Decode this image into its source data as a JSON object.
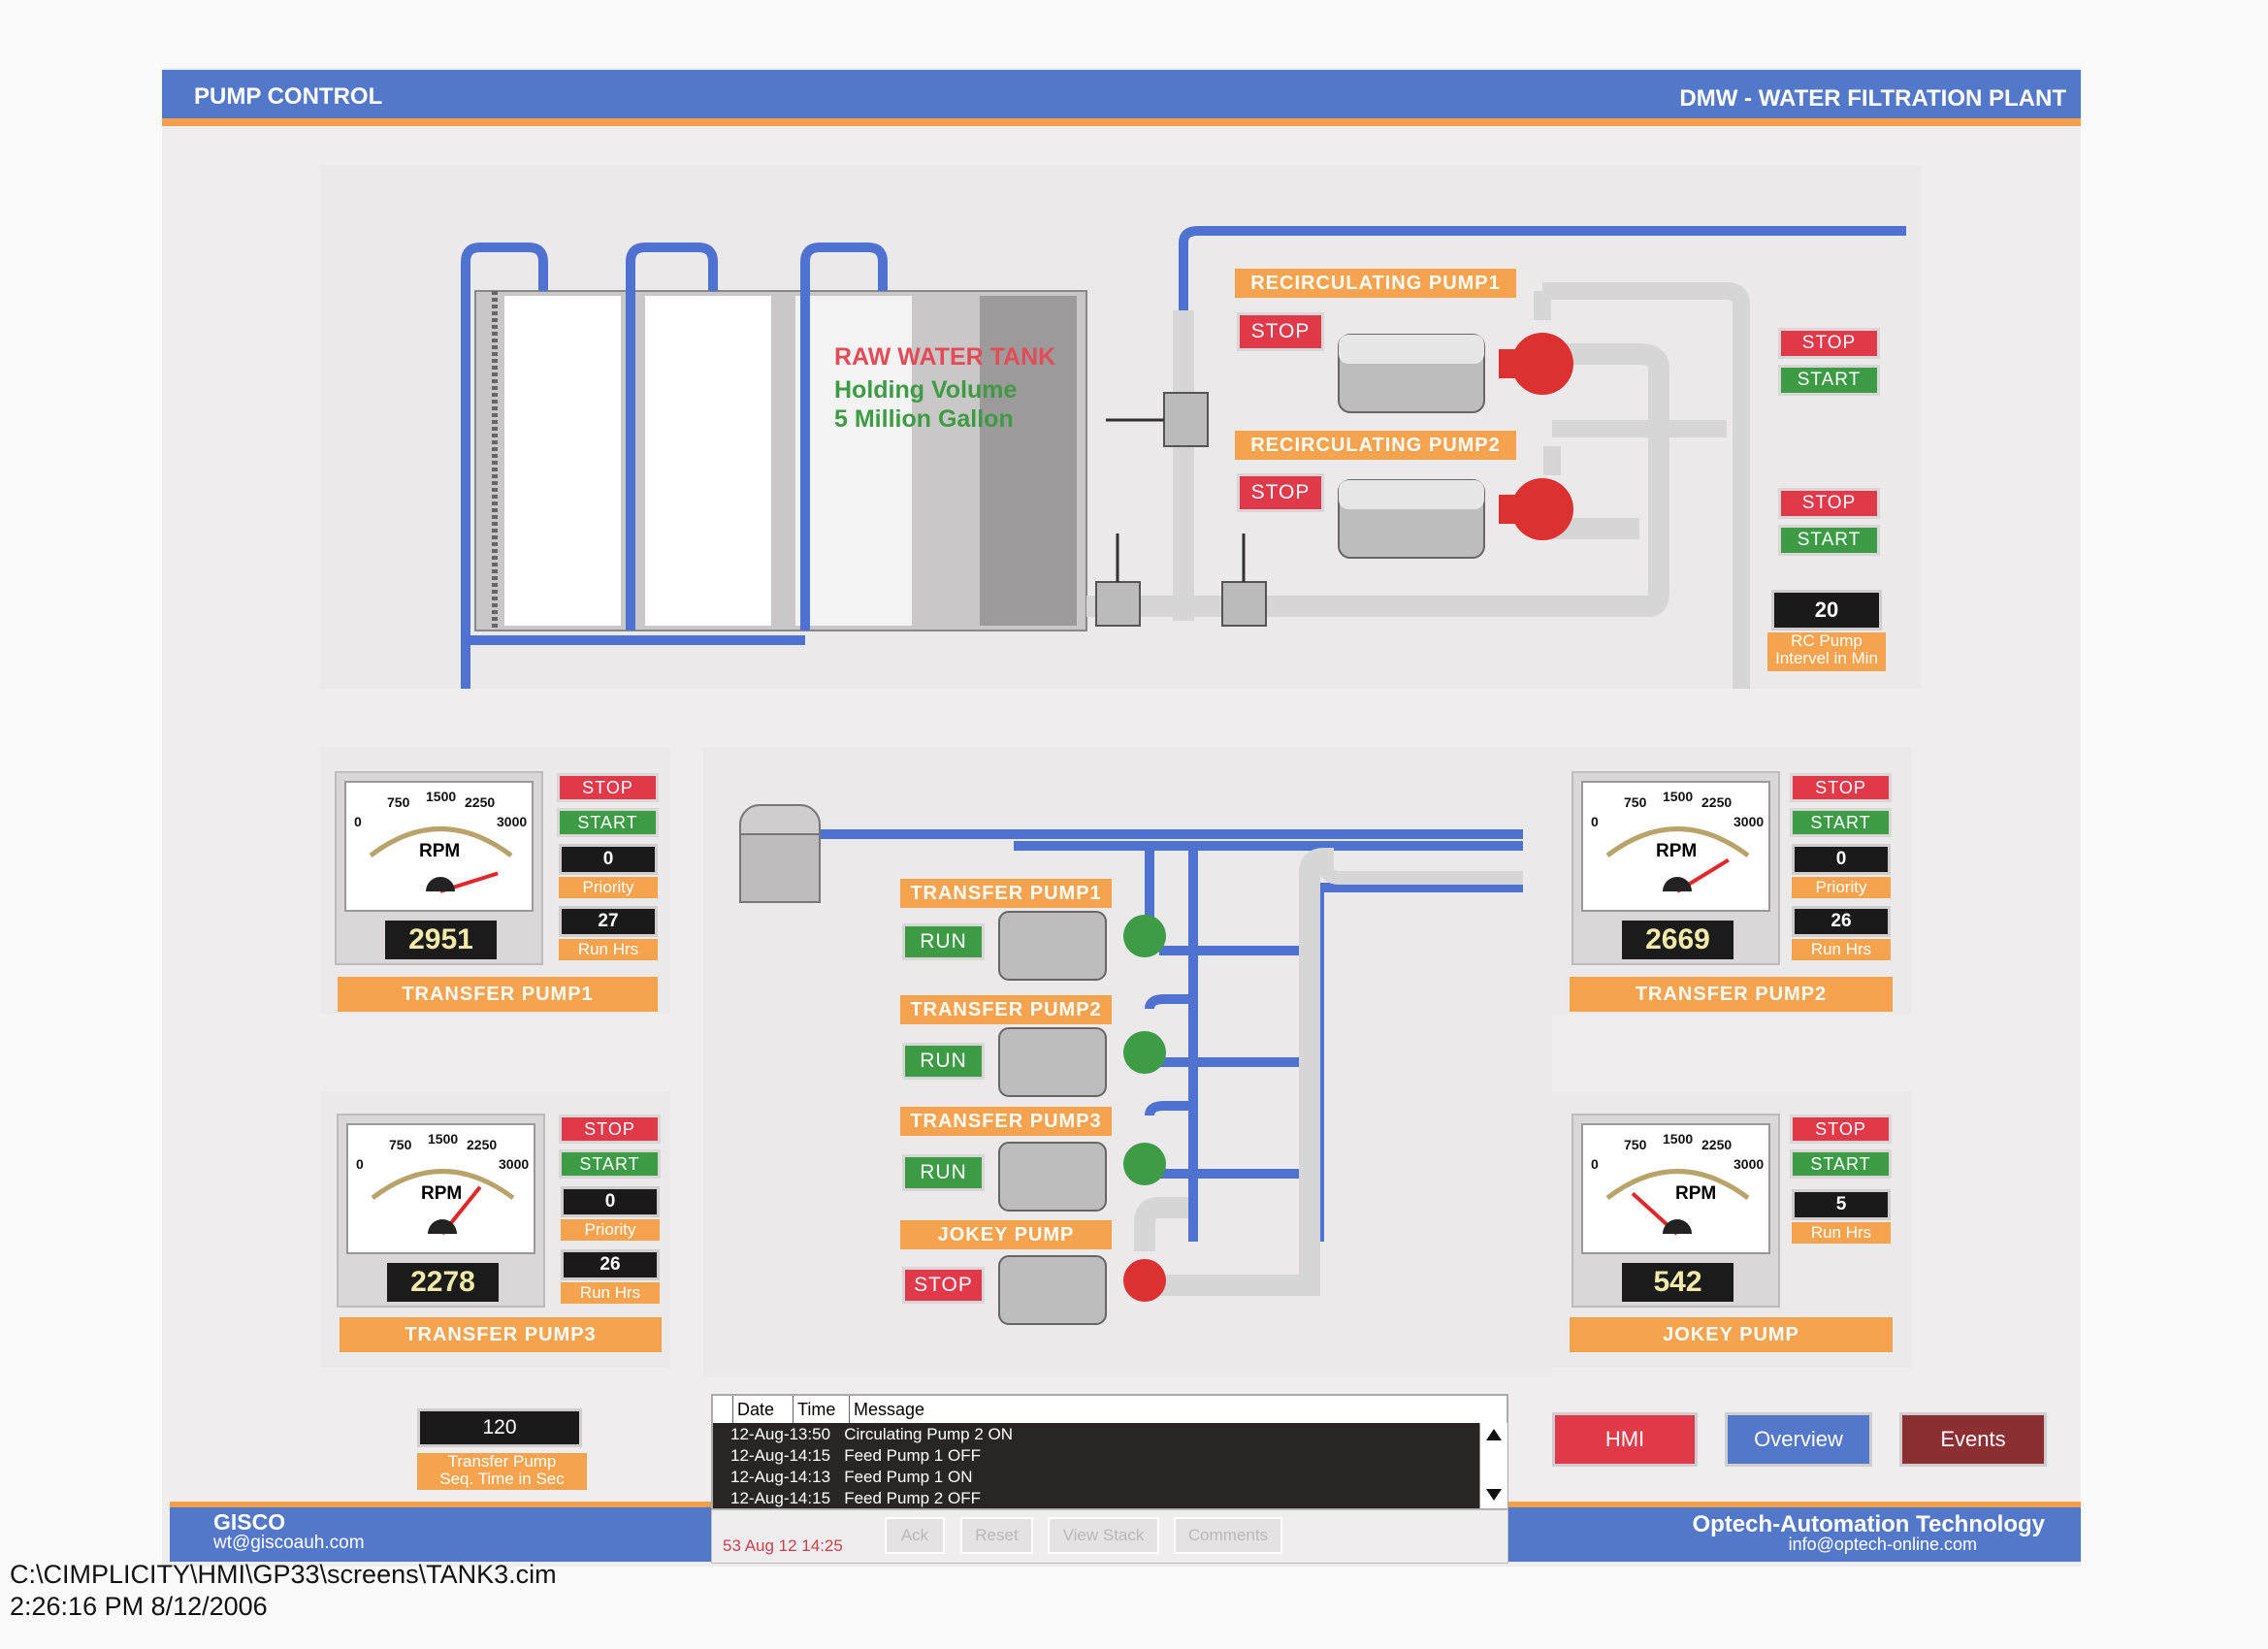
{
  "header": {
    "left_title": "PUMP CONTROL",
    "right_title": "DMW - WATER FILTRATION PLANT"
  },
  "tank": {
    "line1": "RAW WATER TANK",
    "line2": "Holding Volume",
    "line3": "5 Million Gallon"
  },
  "recirc": {
    "pump1_label": "RECIRCULATING PUMP1",
    "pump2_label": "RECIRCULATING PUMP2",
    "pump1_status": "STOP",
    "pump2_status": "STOP",
    "stop_label": "STOP",
    "start_label": "START",
    "interval_value": "20",
    "interval_caption_1": "RC Pump",
    "interval_caption_2": "Intervel in Min"
  },
  "gauge_common": {
    "ticks": [
      "0",
      "750",
      "1500",
      "2250",
      "3000"
    ],
    "unit": "RPM",
    "stop_label": "STOP",
    "start_label": "START",
    "priority_label": "Priority",
    "runhrs_label": "Run Hrs"
  },
  "tp1": {
    "name": "TRANSFER PUMP1",
    "rpm": "2951",
    "rpm_value": 2951,
    "priority": "0",
    "run_hrs": "27"
  },
  "tp2": {
    "name": "TRANSFER PUMP2",
    "rpm": "2669",
    "rpm_value": 2669,
    "priority": "0",
    "run_hrs": "26"
  },
  "tp3": {
    "name": "TRANSFER PUMP3",
    "rpm": "2278",
    "rpm_value": 2278,
    "priority": "0",
    "run_hrs": "26"
  },
  "jp": {
    "name": "JOKEY PUMP",
    "rpm": "542",
    "rpm_value": 542,
    "run_hrs": "5"
  },
  "center_pumps": [
    {
      "label": "TRANSFER PUMP1",
      "status": "RUN"
    },
    {
      "label": "TRANSFER PUMP2",
      "status": "RUN"
    },
    {
      "label": "TRANSFER PUMP3",
      "status": "RUN"
    },
    {
      "label": "JOKEY PUMP",
      "status": "STOP"
    }
  ],
  "seq": {
    "value": "120",
    "caption_1": "Transfer Pump",
    "caption_2": "Seq. Time in Sec"
  },
  "alarms": {
    "col_date": "Date",
    "col_time": "Time",
    "col_message": "Message",
    "rows": [
      "12-Aug-13:50   Circulating Pump 2 ON",
      "12-Aug-14:15   Feed Pump 1 OFF",
      "12-Aug-14:13   Feed Pump 1 ON",
      "12-Aug-14:15   Feed Pump 2 OFF"
    ],
    "timestamp": "53 Aug 12 14:25",
    "ack": "Ack",
    "reset": "Reset",
    "view_stack": "View Stack",
    "comments": "Comments"
  },
  "nav": {
    "hmi": "HMI",
    "overview": "Overview",
    "events": "Events"
  },
  "footer": {
    "left_company": "GISCO",
    "left_email": "wt@giscoauh.com",
    "right_company": "Optech-Automation Technology",
    "right_email": "info@optech-online.com"
  },
  "print": {
    "path": "C:\\CIMPLICITY\\HMI\\GP33\\screens\\TANK3.cim",
    "datetime": "2:26:16 PM 8/12/2006"
  },
  "colors": {
    "pipe_blue": "#4f72d0",
    "pipe_grey": "#d6d6d6",
    "label_orange": "#f6a34f",
    "stop_red": "#e03a4a",
    "start_green": "#3d9b45",
    "header_blue": "#5478c9"
  }
}
